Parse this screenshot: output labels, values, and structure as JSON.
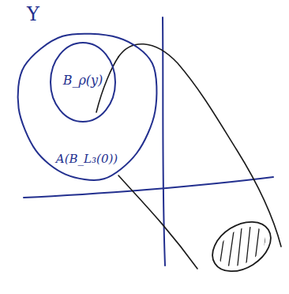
{
  "diagram": {
    "nodes": [
      {
        "text": [
          "A(B_L₃(0))"
        ]
      },
      {
        "text": [
          "B_ρ(y)"
        ],
        "in": 0
      }
    ],
    "labels": [
      "Y"
    ]
  }
}
